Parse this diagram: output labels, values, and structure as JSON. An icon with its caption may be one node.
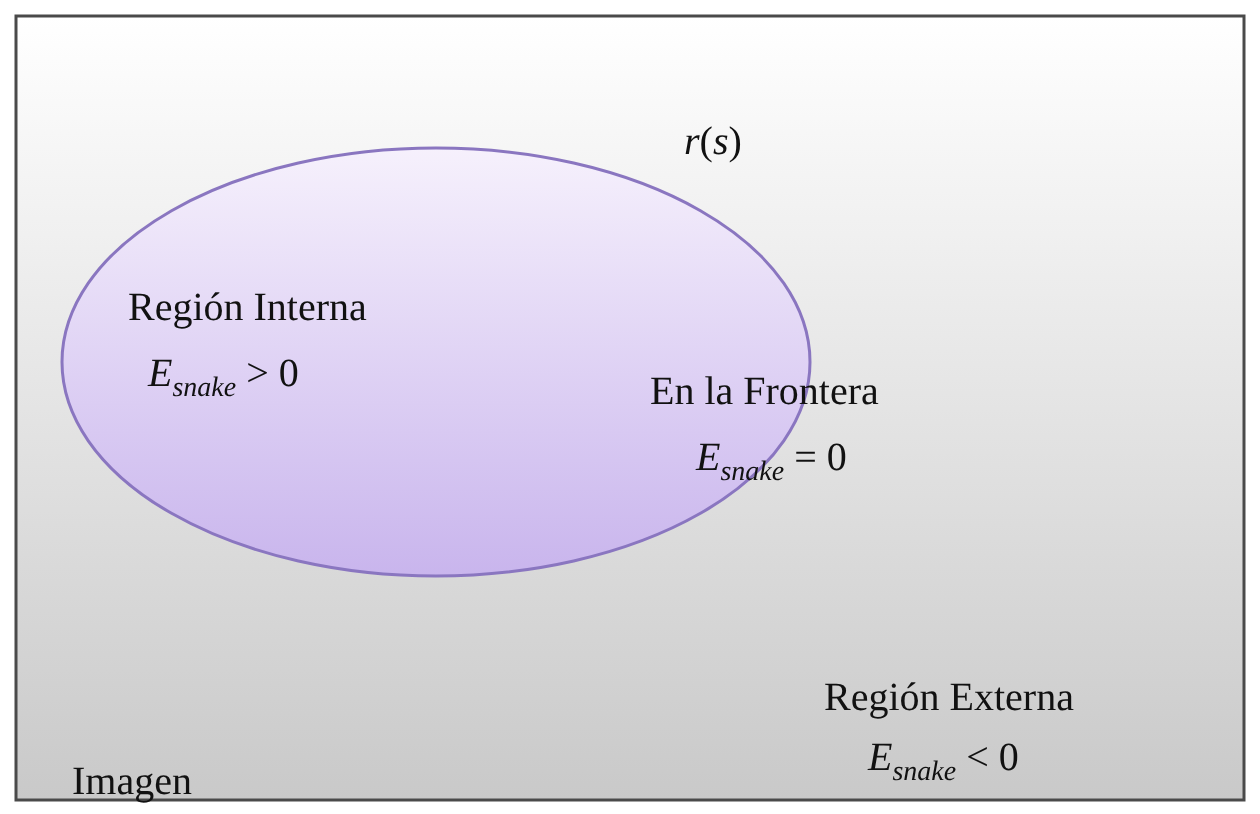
{
  "diagram": {
    "nodes": [
      {
        "text": [
          "Imagen"
        ]
      },
      {
        "text": [
          "Región Interna",
          "E$_{snake}$ > 0"
        ],
        "in": 0
      }
    ],
    "labels": [
      "*r*(*s*)",
      "En la Frontera",
      "E$_{snake}$ = 0",
      "Región Externa",
      "E$_{snake}$ < 0"
    ]
  }
}
